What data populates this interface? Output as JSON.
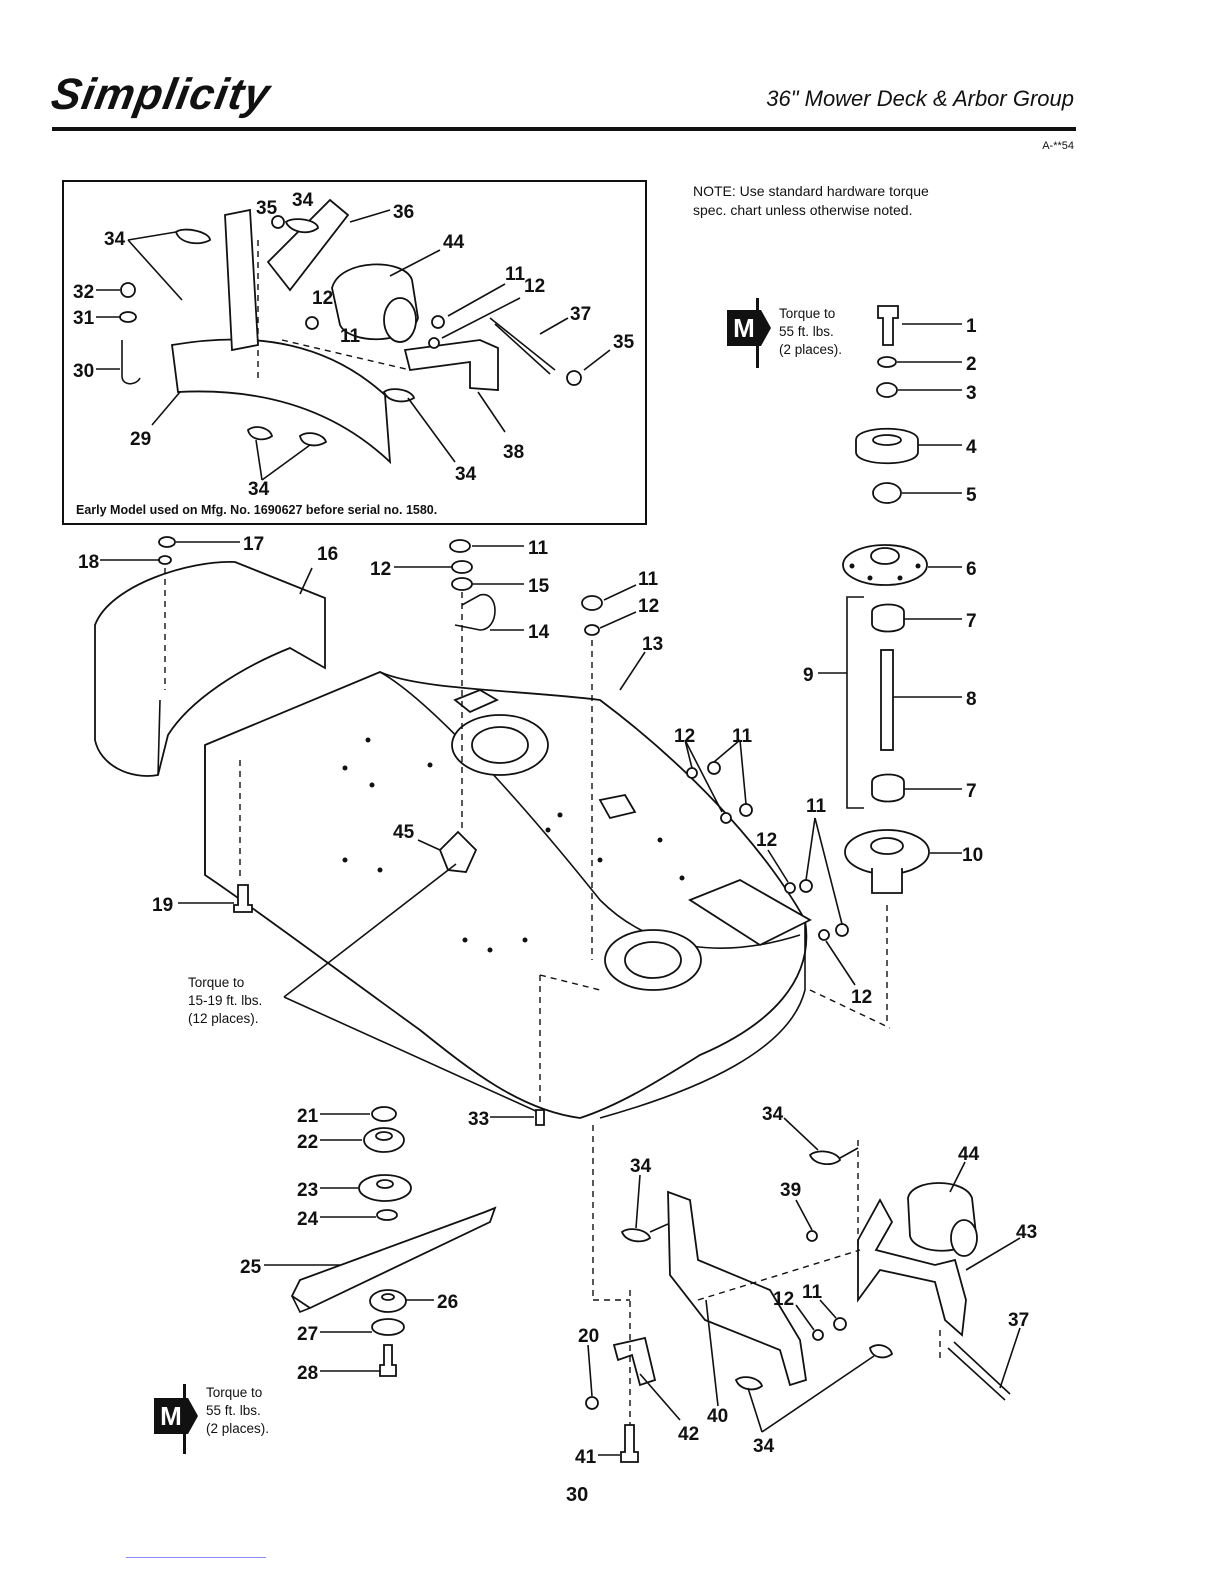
{
  "header": {
    "brand": "Simplicity",
    "title": "36\" Mower Deck & Arbor Group",
    "code": "A-**54"
  },
  "note": "NOTE: Use standard hardware torque spec. chart unless otherwise noted.",
  "inset_caption": "Early Model used on Mfg. No. 1690627 before serial no. 1580.",
  "torque_notes": {
    "top": [
      "Torque to",
      "55 ft. lbs.",
      "(2 places)."
    ],
    "middle": [
      "Torque to",
      "15-19 ft. lbs.",
      "(12 places)."
    ],
    "bottom": [
      "Torque to",
      "55 ft. lbs.",
      "(2 places)."
    ]
  },
  "m_badge": "M",
  "page_number": "30",
  "callouts": {
    "inset": [
      "35",
      "34",
      "36",
      "34",
      "44",
      "32",
      "31",
      "12",
      "11",
      "12",
      "30",
      "11",
      "37",
      "35",
      "29",
      "38",
      "34",
      "34"
    ],
    "spindle": [
      "1",
      "2",
      "3",
      "4",
      "5",
      "6",
      "7",
      "9",
      "8",
      "7",
      "10"
    ],
    "deck": [
      "17",
      "18",
      "16",
      "11",
      "12",
      "15",
      "14",
      "11",
      "12",
      "13",
      "12",
      "11",
      "11",
      "12",
      "45",
      "19",
      "12"
    ],
    "blade": [
      "21",
      "22",
      "33",
      "23",
      "24",
      "25",
      "26",
      "27",
      "28"
    ],
    "bracket": [
      "34",
      "34",
      "44",
      "39",
      "43",
      "12",
      "11",
      "37",
      "20",
      "40",
      "42",
      "34",
      "41"
    ]
  }
}
